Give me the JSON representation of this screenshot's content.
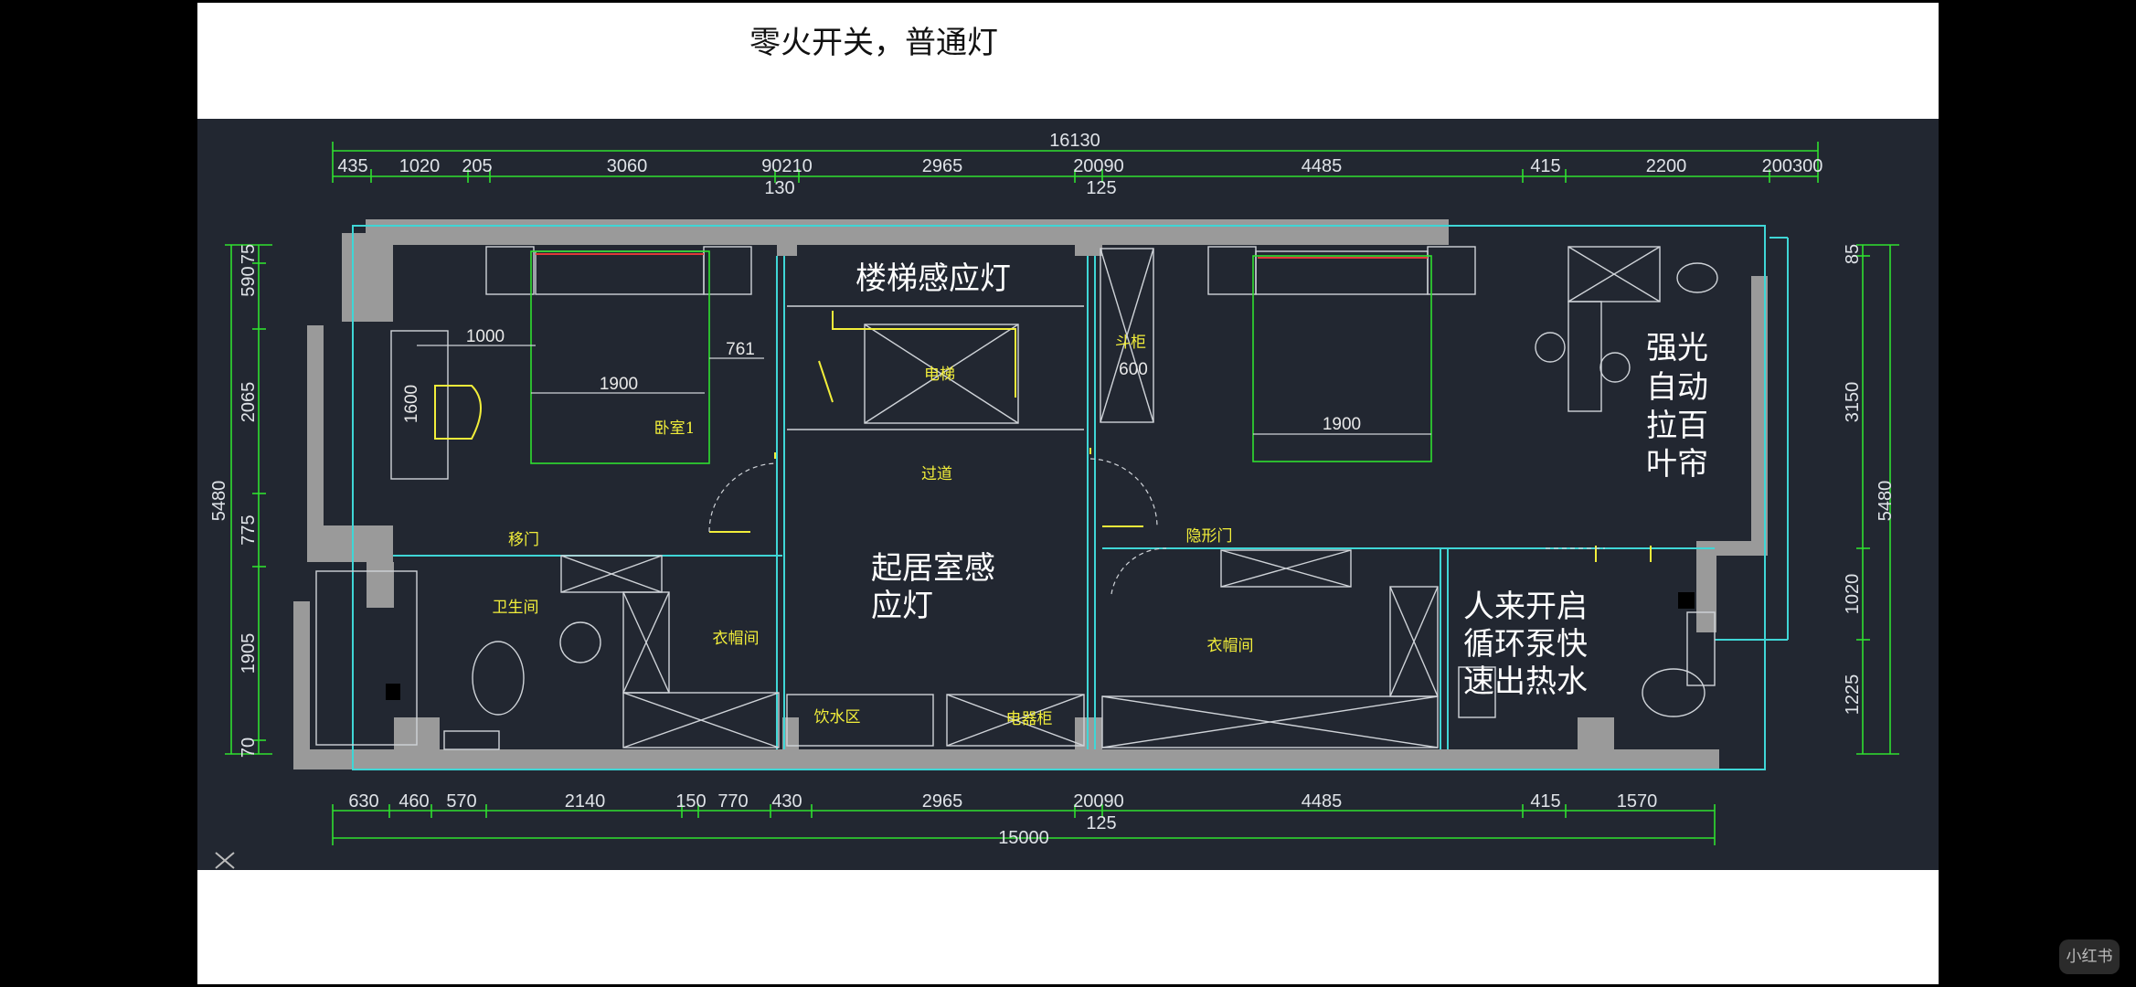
{
  "title": "零火开关，普通灯",
  "annotations": {
    "stair": "楼梯感应灯",
    "living_1": "起居室感",
    "living_2": "应灯",
    "blind_1": "强光",
    "blind_2": "自动",
    "blind_3": "拉百",
    "blind_4": "叶帘",
    "water_1": "人来开启",
    "water_2": "循环泵快",
    "water_3": "速出热水"
  },
  "rooms": {
    "bedroom": "卧室1",
    "elevator": "电梯",
    "corridor": "过道",
    "sliding_door": "移门",
    "hidden_door": "隐形门",
    "bathroom": "卫生间",
    "cloak_left": "衣帽间",
    "cloak_right": "衣帽间",
    "water_bar": "饮水区",
    "cabinet": "电器柜",
    "cupboard": "斗柜"
  },
  "furniture_dims": {
    "d1000": "1000",
    "d761": "761",
    "d1900a": "1900",
    "d1600": "1600",
    "d600": "600",
    "d1900b": "1900"
  },
  "dims_top": {
    "total": "16130",
    "s1": "435",
    "s2": "1020",
    "s3": "205",
    "s4": "3060",
    "s5": "90210",
    "s5b": "130",
    "s6": "2965",
    "s7": "20090",
    "s7b": "125",
    "s8": "4485",
    "s9": "415",
    "s10": "2200",
    "s11": "200300"
  },
  "dims_bottom": {
    "total": "15000",
    "s1": "630",
    "s2": "460",
    "s3": "570",
    "s4": "2140",
    "s5": "150",
    "s6": "770",
    "s7": "430",
    "s8": "2965",
    "s9": "20090",
    "s9b": "125",
    "s10": "4485",
    "s11": "415",
    "s12": "1570"
  },
  "dims_left": {
    "total": "5480",
    "s1": "590",
    "s1b": "75",
    "s2": "2065",
    "s3": "775",
    "s4": "1905",
    "s5": "70"
  },
  "dims_right": {
    "total": "5480",
    "s1": "85",
    "s2": "3150",
    "s3": "1020",
    "s4": "1225"
  },
  "watermark": "小红书",
  "colors": {
    "cad_background": "#222731",
    "wall": "#9a9a9a",
    "outline_cyan": "#3fd6d6",
    "dimension_green": "#2fe02f",
    "label_yellow": "#f2ee3a",
    "bed_red": "#e03a3a"
  }
}
